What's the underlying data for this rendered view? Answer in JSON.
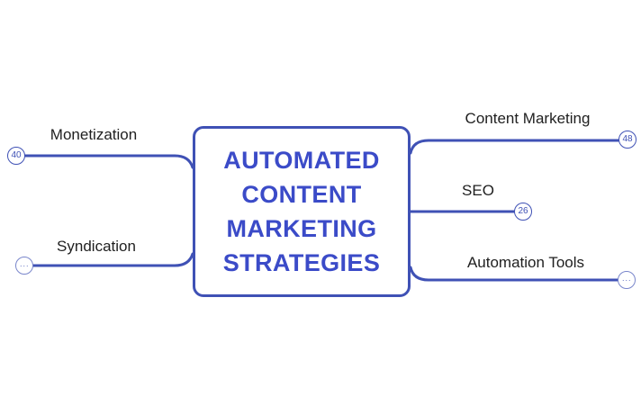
{
  "title": {
    "full": "AUTOMATED CONTENT MARKETING STRATEGIES",
    "lines": [
      "AUTOMATED",
      "CONTENT",
      "MARKETING",
      "STRATEGIES"
    ]
  },
  "colors": {
    "primary_blue": "#3F51B5",
    "title_text": "#3B4BC8",
    "label_text": "#1F1F1F",
    "muted_badge_border": "#7986CB",
    "background": "#FFFFFF"
  },
  "branches": {
    "left": [
      {
        "label": "Monetization",
        "badge": "40"
      },
      {
        "label": "Syndication",
        "badge": "···"
      }
    ],
    "right": [
      {
        "label": "Content Marketing",
        "badge": "48"
      },
      {
        "label": "SEO",
        "badge": "26"
      },
      {
        "label": "Automation Tools",
        "badge": "···"
      }
    ]
  }
}
